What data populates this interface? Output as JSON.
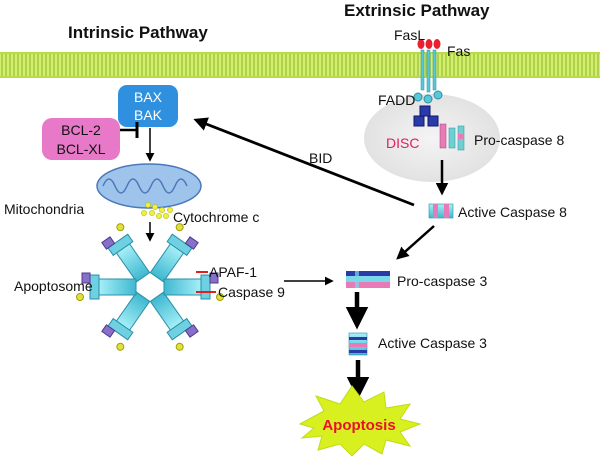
{
  "titles": {
    "intrinsic": "Intrinsic Pathway",
    "extrinsic": "Extrinsic Pathway"
  },
  "labels": {
    "fasl": "FasL",
    "fas": "Fas",
    "fadd": "FADD",
    "disc": "DISC",
    "pro_caspase_8": "Pro-caspase 8",
    "active_caspase_8": "Active Caspase 8",
    "bid": "BID",
    "bax": "BAX",
    "bak": "BAK",
    "bcl2": "BCL-2",
    "bclxl": "BCL-XL",
    "mitochondria": "Mitochondria",
    "cytochrome_c": "Cytochrome c",
    "apoptosome": "Apoptosome",
    "apaf1": "APAF-1",
    "caspase9": "Caspase 9",
    "pro_caspase_3": "Pro-caspase 3",
    "active_caspase_3": "Active Caspase 3",
    "apoptosis": "Apoptosis"
  },
  "colors": {
    "membrane": "#c8e65a",
    "membrane_line": "#8cb833",
    "bax_box": "#2f90e0",
    "bcl_box": "#e878c8",
    "disc_text": "#e0205a",
    "apoptosis_text": "#e8102a",
    "burst": "#d8f020",
    "caspase_cyan": "#5fd8e8",
    "caspase_blue": "#1a2aa0",
    "mito": "#8ab8e8"
  }
}
